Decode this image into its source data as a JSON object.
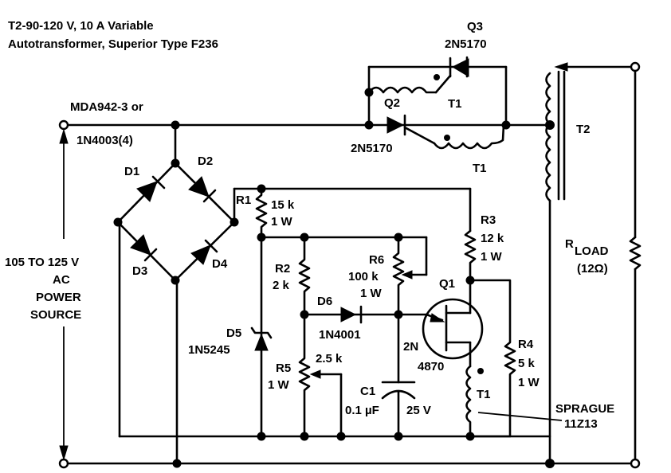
{
  "title": {
    "line1": "T2-90-120 V, 10 A Variable",
    "line2": "Autotransformer, Superior Type F236"
  },
  "source": {
    "line1": "105 TO 125 V",
    "line2": "AC",
    "line3": "POWER",
    "line4": "SOURCE"
  },
  "bridge": {
    "part1": "MDA942-3 or",
    "part2": "1N4003(4)",
    "d1": "D1",
    "d2": "D2",
    "d3": "D3",
    "d4": "D4"
  },
  "components": {
    "r1": {
      "name": "R1",
      "value": "15 k",
      "power": "1 W"
    },
    "r2": {
      "name": "R2",
      "value": "2 k"
    },
    "r3": {
      "name": "R3",
      "value": "12 k",
      "power": "1 W"
    },
    "r4": {
      "name": "R4",
      "value": "5 k",
      "power": "1 W"
    },
    "r5": {
      "name": "R5",
      "value": "2.5 k",
      "power": "1 W"
    },
    "r6": {
      "name": "R6",
      "value": "100 k",
      "power": "1 W"
    },
    "d5": {
      "name": "D5",
      "part": "1N5245"
    },
    "d6": {
      "name": "D6",
      "part": "1N4001"
    },
    "c1": {
      "name": "C1",
      "value": "0.1 µF",
      "voltage": "25 V"
    },
    "q1": {
      "name": "Q1",
      "part1": "2N",
      "part2": "4870"
    },
    "q2": {
      "name": "Q2",
      "part": "2N5170"
    },
    "q3": {
      "name": "Q3",
      "part": "2N5170"
    },
    "t1": {
      "name": "T1",
      "part1": "SPRAGUE",
      "part2": "11Z13"
    },
    "t2": {
      "name": "T2"
    },
    "rload": {
      "name_main": "R",
      "name_sub": "LOAD",
      "value": "(12Ω)"
    }
  }
}
